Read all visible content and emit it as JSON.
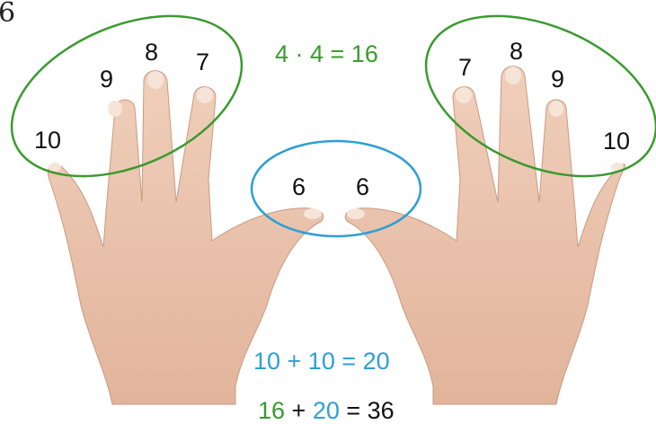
{
  "figure_number": "6",
  "colors": {
    "green": "#3a9a2e",
    "blue": "#2d9fd6",
    "text": "#111111",
    "skin": "#e9c3ad"
  },
  "left_hand": {
    "finger_labels": [
      "10",
      "9",
      "8",
      "7"
    ]
  },
  "right_hand": {
    "finger_labels": [
      "7",
      "8",
      "9",
      "10"
    ]
  },
  "thumb_labels": [
    "6",
    "6"
  ],
  "equations": {
    "top": "4 · 4 = 16",
    "middle": "10 + 10 = 20",
    "bottom_part1": "16",
    "bottom_op1": " + ",
    "bottom_part2": "20",
    "bottom_rest": " = 36"
  }
}
